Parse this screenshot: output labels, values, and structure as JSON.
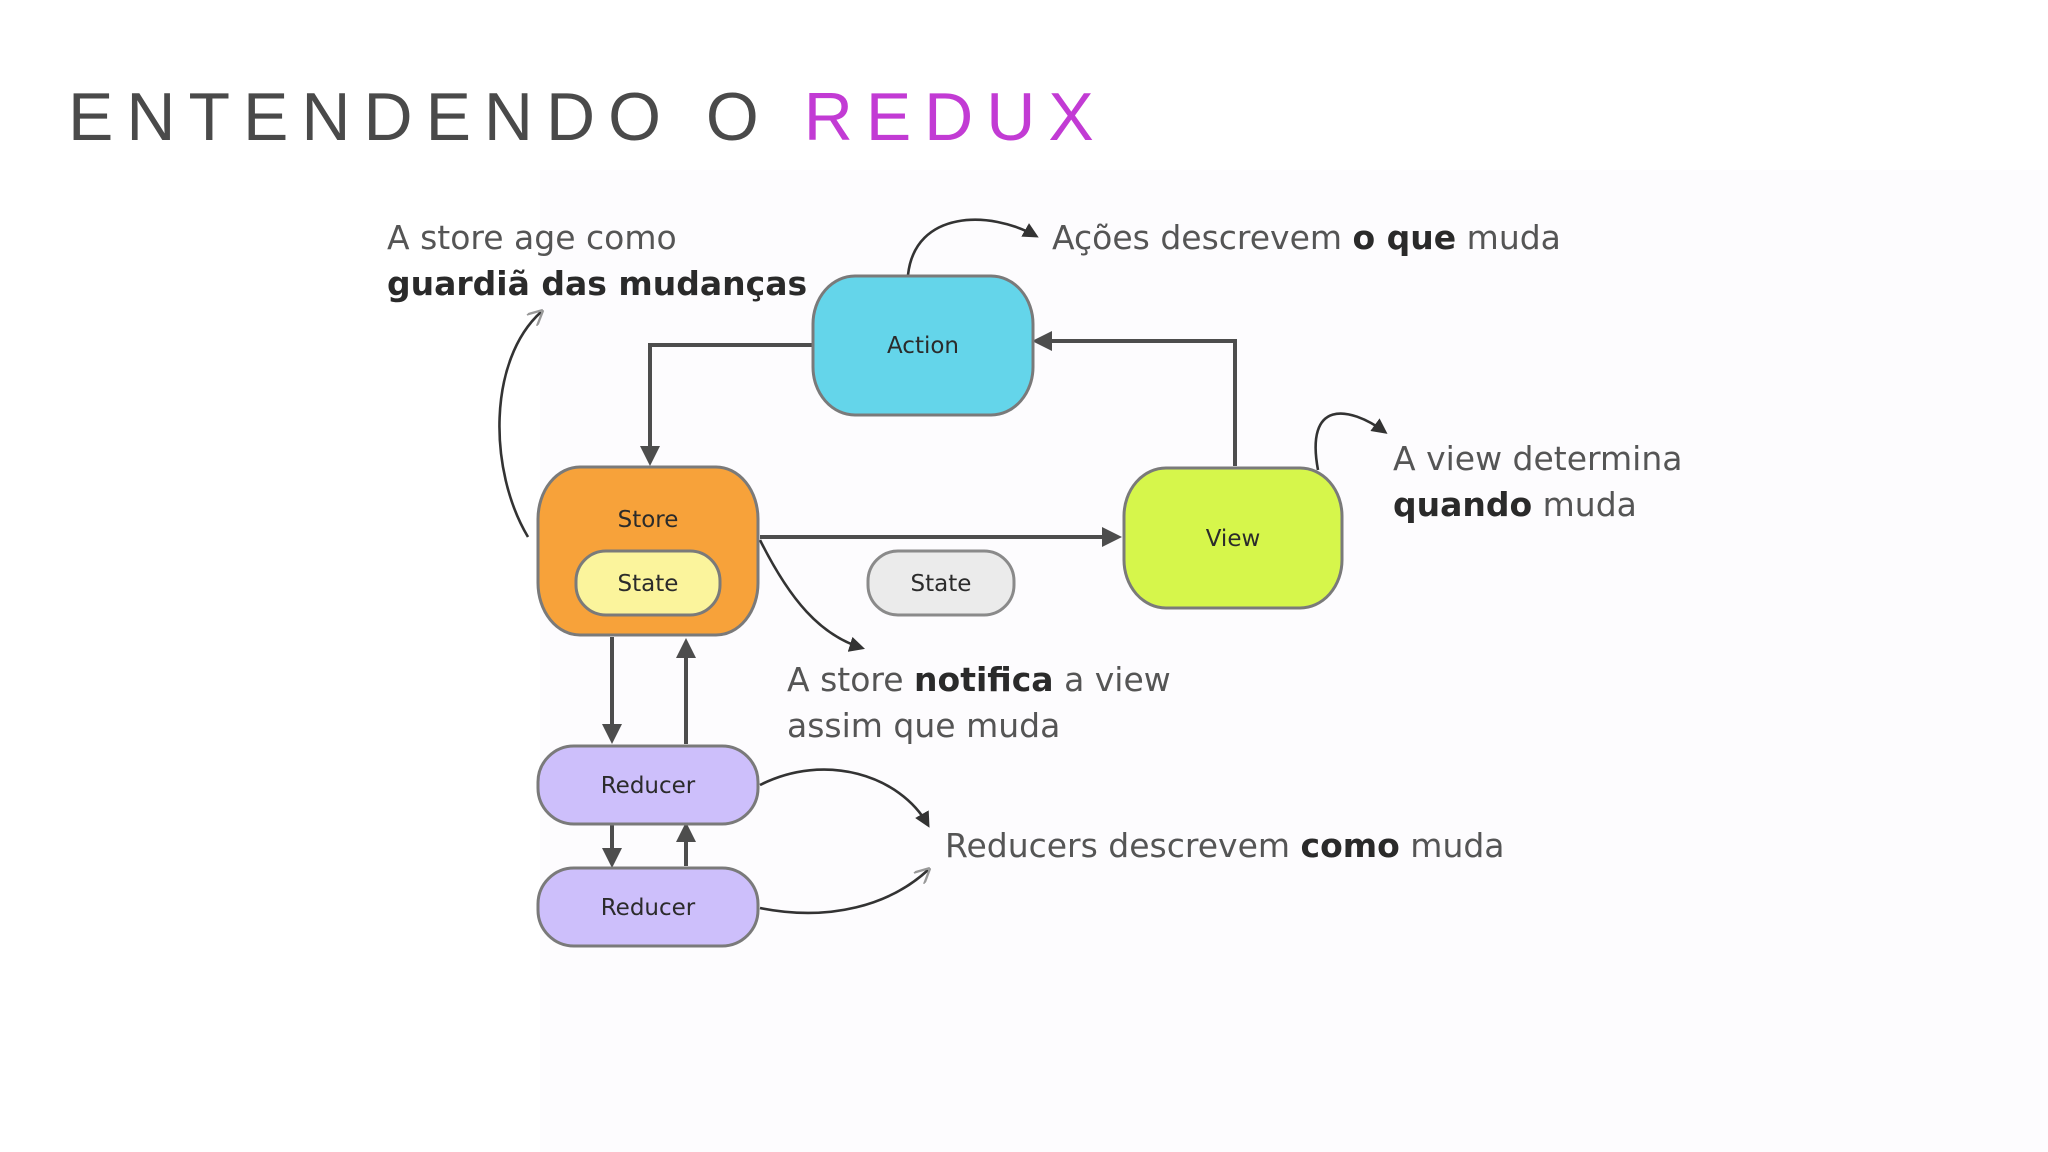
{
  "title": {
    "part1": "ENTENDENDO O ",
    "part2": "REDUX"
  },
  "colors": {
    "title": "#4a4a4a",
    "accent": "#c23bd4",
    "action": "#64d5ea",
    "store": "#f7a23a",
    "state_inner": "#fbf49c",
    "state_free": "#ebebeb",
    "view": "#d6f64b",
    "reducer": "#cdbffb"
  },
  "nodes": {
    "action": "Action",
    "store": "Store",
    "state_in_store": "State",
    "state": "State",
    "view": "View",
    "reducer_1": "Reducer",
    "reducer_2": "Reducer"
  },
  "notes": {
    "store_guard": {
      "line1": "A store age como",
      "line2_bold": "guardiã das mudanças"
    },
    "actions": {
      "pre": "Ações descrevem ",
      "bold": "o que",
      "post": " muda"
    },
    "view": {
      "line1": "A view determina",
      "line2_bold": "quando",
      "line2_post": " muda"
    },
    "store_notifies": {
      "pre": "A store ",
      "bold": "notifica",
      "post": " a view",
      "line2": "assim que muda"
    },
    "reducers": {
      "pre": "Reducers descrevem ",
      "bold": "como",
      "post": " muda"
    }
  }
}
